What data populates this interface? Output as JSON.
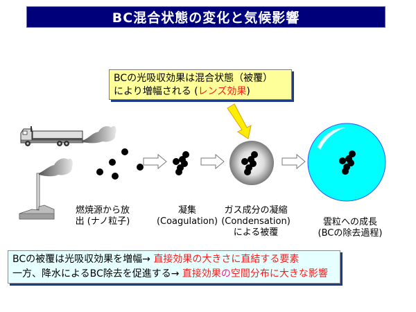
{
  "title": "BC混合状態の変化と気候影響",
  "callout": {
    "line1": "BCの光吸収効果は混合状態（被覆）",
    "line2_prefix": "により増幅される (",
    "line2_highlight": "レンズ効果",
    "line2_suffix": ")"
  },
  "stages": [
    {
      "line1": "燃焼源から放",
      "line2": "出 (ナノ粒子)"
    },
    {
      "line1": "凝集",
      "line2": "(Coagulation)"
    },
    {
      "line1": "ガス成分の凝縮",
      "line2": "(Condensation)",
      "line3": "による被覆"
    },
    {
      "line1": "雲粒への成長",
      "line2": "(BCの除去過程)"
    }
  ],
  "summary": {
    "row1": {
      "text": "BCの被覆は光吸収効果を増幅",
      "arrow": "→",
      "highlight": "直接効果の大きさに直結する要素"
    },
    "row2": {
      "text": "一方、降水によるBC除去を促進する",
      "arrow": "→",
      "highlight_a": "直接効果",
      "highlight_b": "の",
      "highlight_c": "空間分布に大きな影響"
    }
  },
  "colors": {
    "title_bg": "#00007a",
    "callout_bg": "#ffff99",
    "summary_bg": "#e6ffff",
    "highlight_red": "#ff1a1a",
    "highlight_magenta": "#ff1a8c",
    "cloud_droplet": "#00ffff",
    "pointer_arrow": "#ffee00"
  }
}
